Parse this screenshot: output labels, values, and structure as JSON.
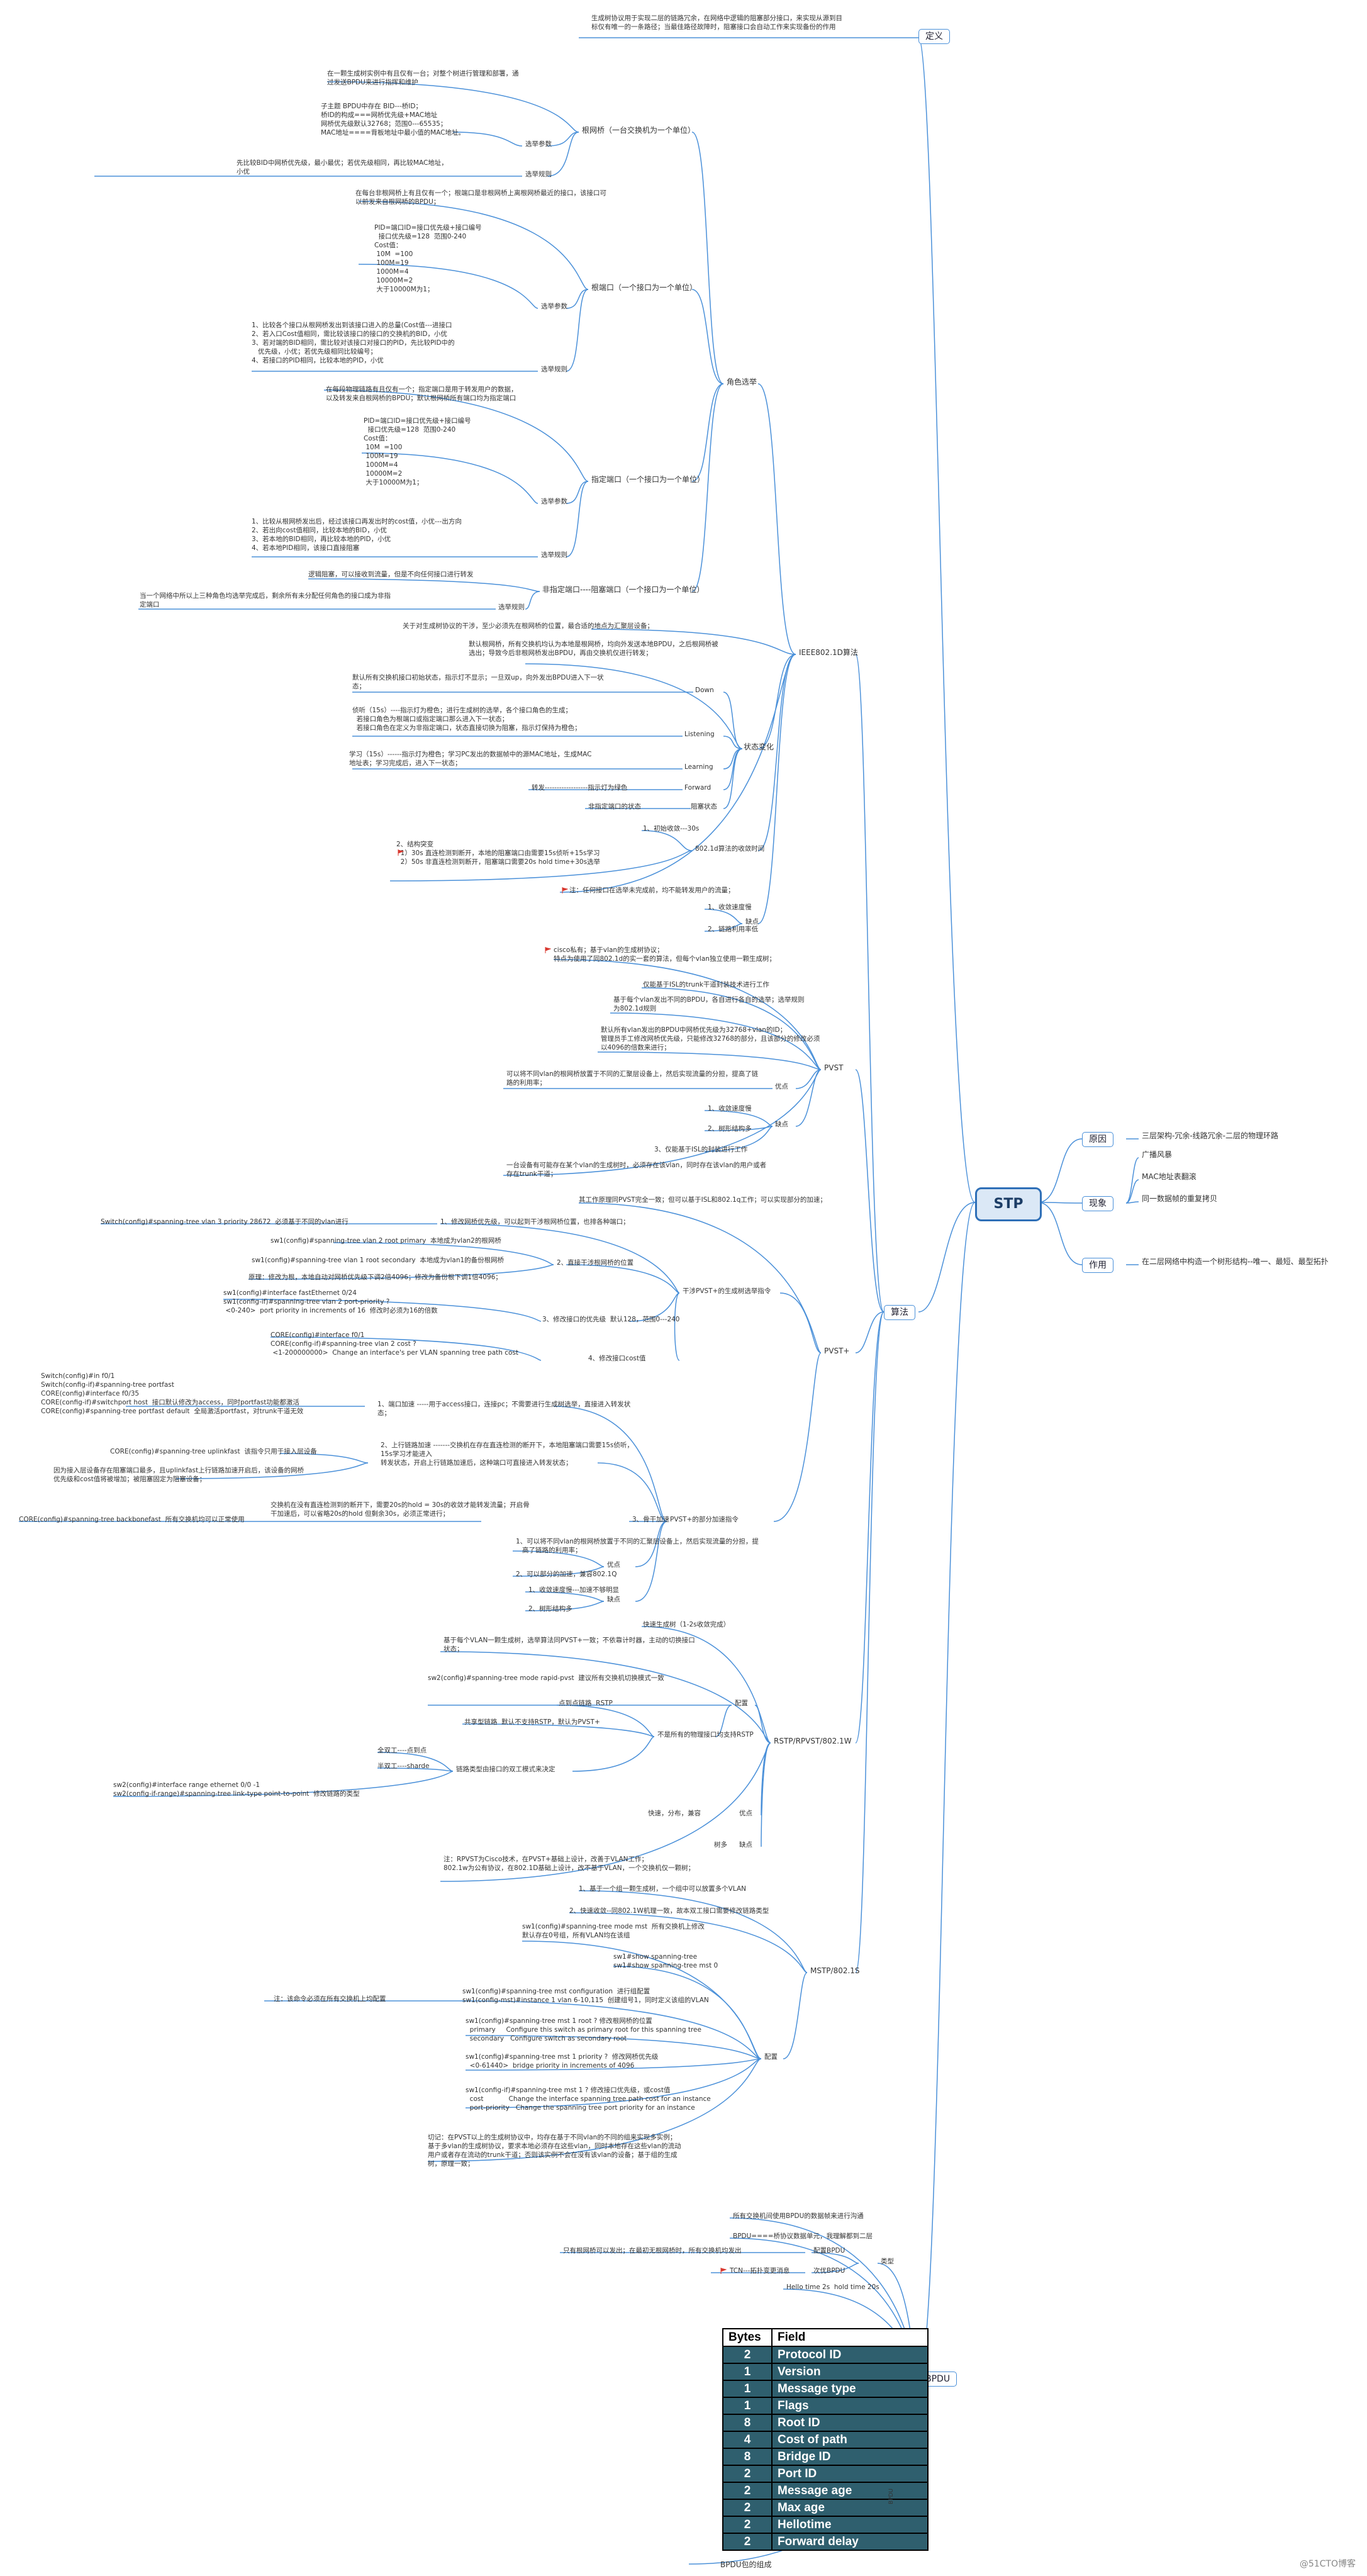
{
  "root": "STP",
  "right": {
    "原因": {
      "label": "原因",
      "items": [
        "三层架构-冗余-线路冗余-二层的物理环路"
      ]
    },
    "现象": {
      "label": "现象",
      "items": [
        "广播风暴",
        "MAC地址表翻滚",
        "同一数据帧的重复拷贝"
      ]
    },
    "作用": {
      "label": "作用",
      "items": [
        "在二层网络中构造一个树形结构--唯一、最短、最型拓扑"
      ]
    }
  },
  "left": {
    "定义": {
      "label": "定义",
      "text": "生成树协议用于实现二层的链路冗余，在网络中逻辑的阻塞部分接口，来实现从源到目\n标仅有唯一的一条路径；当最佳路径故障时，阻塞接口会自动工作来实现备份的作用"
    },
    "算法": {
      "label": "算法"
    },
    "BPDU": {
      "label": "BPDU"
    }
  },
  "ieee": {
    "label": "IEEE802.1D算法",
    "role": {
      "label": "角色选举"
    },
    "rootbridge": {
      "label": "根网桥（一台交换机为一个单位）",
      "elect": "选举参数",
      "rule": "选举规则",
      "desc": "在一颗生成树实例中有且仅有一台；对整个树进行管理和部署，通\n过发送BPDU来进行指挥和维护",
      "params": "子主题 BPDU中存在 BID---桥ID；\n桥ID的构成===网桥优先级+MAC地址\n网桥优先级默认32768；范围0---65535；\nMAC地址====背板地址中最小值的MAC地址。",
      "rules": "先比较BID中网桥优先级，最小最优；若优先级相同，再比较MAC地址，\n小优"
    },
    "rootport": {
      "label": "根端口（一个接口为一个单位）",
      "elect": "选举参数",
      "rule": "选举规则",
      "desc": "在每台非根网桥上有且仅有一个；根端口是非根网桥上离根网桥最近的接口，该接口可\n以前发来自根网桥的BPDU；",
      "params": "PID=端口ID=接口优先级+接口编号\n  接口优先级=128  范围0-240\nCost值：\n 10M  =100\n 100M=19\n 1000M=4\n 10000M=2\n 大于10000M为1；",
      "rules": "1、比较各个接口从根网桥发出到该接口进入的总量(Cost值---进接口\n2、若入口Cost值相同，需比较该接口的接口的交换机的BID，小优\n3、若对端的BID相同，需比较对该接口对接口的PID，先比较PID中的\n   优先级，小优；若优先级相同比较编号；\n4、若接口的PID相同，比较本地的PID，小优"
    },
    "designated": {
      "label": "指定端口（一个接口为一个单位）",
      "elect": "选举参数",
      "rule": "选举规则",
      "desc": "在每段物理链路有且仅有一个；指定端口是用于转发用户的数据，\n以及转发来自根网桥的BPDU；默认根网桥所有端口均为指定端口",
      "params": "PID=端口ID=接口优先级+接口编号\n  接口优先级=128  范围0-240\nCost值：\n 10M  =100\n 100M=19\n 1000M=4\n 10000M=2\n 大于10000M为1；",
      "rules": "1、比较从根网桥发出后，经过该接口再发出时的cost值，小优---出方向\n2、若出向cost值相同，比较本地的BID，小优\n3、若本地的BID相同，再比较本地的PID，小优\n4、若本地PID相同，该接口直接阻塞"
    },
    "nondesignated": {
      "label": "非指定端口----阻塞端口（一个接口为一个单位）",
      "rule": "选举规则",
      "desc": "逻辑阻塞，可以接收到流量，但是不向任何接口进行转发",
      "rules": "当一个网络中所以上三种角色均选举完成后，剩余所有未分配任何角色的接口成为非指\n定端口"
    },
    "note1": "关于对生成树协议的干涉，至少必须先在根网桥的位置，最合适的地点为汇聚层设备；",
    "statechange": {
      "label": "状态变化",
      "intro": "默认根网桥，所有交换机均认为本地是根网桥，均向外发送本地BPDU，之后根网桥被\n选出；导致今后非根网桥发出BPDU，再由交换机仅进行转发；",
      "down": "Down",
      "downtext": "默认所有交换机接口初始状态，指示灯不显示；一旦双up，向外发出BPDU进入下一状\n态；",
      "listening": "Listening",
      "listentext": "侦听（15s）----指示灯为橙色；进行生成树的选举，各个接口角色的生成；\n  若接口角色为根端口或指定端口那么进入下一状态；\n  若接口角色在定义为非指定端口，状态直接切换为阻塞，指示灯保持为橙色；",
      "learning": "Learning",
      "learntext": "学习（15s）------指示灯为橙色；学习PC发出的数据帧中的源MAC地址，生成MAC\n地址表；学习完成后，进入下一状态；",
      "forward": "Forward",
      "forwardtext": "转发------------------指示灯为绿色",
      "blocking": "阻塞状态",
      "blocktext": "非指定端口的状态"
    },
    "convergence": {
      "label": "802.1d算法的收敛时间",
      "first": "1、初始收敛---30s",
      "second": "2、结构突变\n  1）30s 直连检测到断开，本地的阻塞端口由需要15s侦听+15s学习\n  2）50s 非直连检测到断开，阻塞端口需要20s hold time+30s选举"
    },
    "note2": "注：任何接口在选举未完成前，均不能转发用户的流量；",
    "shortcoming": {
      "label": "缺点",
      "items": [
        "1、收敛速度慢",
        "2、链路利用率低"
      ]
    }
  },
  "pvst": {
    "label": "PVST",
    "intro": "cisco私有；基于vlan的生成树协议；\n特点为使用了同802.1d的实一套的算法，但每个vlan独立使用一颗生成树；",
    "isl": "仅能基于ISL的trunk干道封装技术进行工作",
    "perVlan": "基于每个vlan发出不同的BPDU，各自进行各自的选举；选举规则\n为802.1d规则",
    "bridgeprio": "默认所有vlan发出的BPDU中网桥优先级为32768+vlan的ID；\n管理员手工修改网桥优先级，只能修改32768的部分，且该部分的修改必须\n以4096的倍数来进行；",
    "advantage": {
      "label": "优点",
      "text": "可以将不同vlan的根网桥放置于不同的汇聚层设备上，然后实现流量的分担，提高了链\n路的利用率；"
    },
    "shortcoming": {
      "label": "缺点",
      "items": [
        "1、收敛速度慢",
        "2、树形结构多",
        "3、仅能基于ISL的封装进行工作"
      ]
    },
    "note": "一台设备有可能存在某个vlan的生成树时，必须存在该vlan，同时存在该vlan的用户或者\n存在trunk干道；"
  },
  "pvstplus": {
    "label": "PVST+",
    "intro": "其工作原理同PVST完全一致；但可以基于ISL和802.1q工作；可以实现部分的加速；",
    "config": {
      "label": "干涉PVST+的生成树选举指令",
      "c1": {
        "label": "1、修改网桥优先级，可以起到干涉根网桥位置，也排各种端口；",
        "cmd": "Switch(config)#spanning-tree vlan 3 priority 28672  必须基于不同的vlan进行"
      },
      "c2": {
        "label": "2、直接干涉根网桥的位置",
        "cmd": "sw1(config)#spanning-tree vlan 2 root primary  本地成为vlan2的根网桥",
        "cmd2": "sw1(config)#spanning-tree vlan 1 root secondary  本地成为vlan1的备份根网桥",
        "cmd3": "原理：修改为根，本地自动对网桥优先级下调2倍4096；修改为备份根下调1倍4096；"
      },
      "c3": {
        "label": "3、修改接口的优先级  默认128，范围0---240",
        "cmd": "sw1(config)#interface fastEthernet 0/24\nsw1(config-if)#spanning-tree vlan 2 port-priority ?\n <0-240>  port priority in increments of 16  修改时必须为16的倍数"
      },
      "c4": {
        "label": "4、修改接口cost值",
        "cmd": "CORE(config)#interface f0/1\nCORE(config-if)#spanning-tree vlan 2 cost ?\n <1-200000000>  Change an interface's per VLAN spanning tree path cost"
      }
    },
    "accel": {
      "label": "PVST+的部分加速指令",
      "a1": {
        "label": "1、端口加速 -----用于access接口，连接pc；不需要进行生成树选举，直接进入转发状\n态；",
        "cmd": "Switch(config)#in f0/1\nSwitch(config-if)#spanning-tree portfast\nCORE(config)#interface f0/35\nCORE(config-if)#switchport host  接口默认修改为access，同时portfast功能都激活\nCORE(config)#spanning-tree portfast default  全局激活portfast，对trunk干道无效"
      },
      "a2": {
        "label": "2、上行链路加速 -------交换机在存在直连检测的断开下，本地阻塞端口需要15s侦听，\n15s学习才能进入\n转发状态，开启上行链路加速后，这种端口可直接进入转发状态；",
        "cmd": "CORE(config)#spanning-tree uplinkfast  该指令只用于接入层设备",
        "cmd2": "因为接入层设备存在阻塞端口最多，且uplinkfast上行链路加速开启后，该设备的网桥\n优先级和cost值将被增加；被阻塞固定为阻塞设备；"
      },
      "a3": {
        "label": "3、骨干加速",
        "text": "交换机在没有直连检测到的断开下，需要20s的hold = 30s的收敛才能转发流量；开启骨\n干加速后，可以省略20s的hold 但剩余30s，必须正常进行；",
        "cmd": "CORE(config)#spanning-tree backbonefast  所有交换机均可以正常使用"
      }
    },
    "advantage": {
      "label": "优点",
      "items": [
        "1、可以将不同vlan的根网桥放置于不同的汇聚层设备上，然后实现流量的分担，提\n   高了链路的利用率；",
        "2、可以部分的加速，兼容802.1Q"
      ]
    },
    "shortcoming": {
      "label": "缺点",
      "items": [
        "1、收敛速度慢---加速不够明显",
        "2、树形结构多"
      ]
    }
  },
  "rstp": {
    "label": "RSTP/RPVST/802.1W",
    "fast": "快速生成树（1-2s收敛完成）",
    "note": "基于每个VLAN一颗生成树，选举算法同PVST+一致；不依靠计时器，主动的切换接口\n状态；",
    "config": {
      "label": "配置",
      "cmd": "sw2(config)#spanning-tree mode rapid-pvst  建议所有交换机切换模式一致"
    },
    "link": {
      "label": "不是所有的物理接口均支持RSTP",
      "p2p": "点到点链路  RSTP",
      "shared": "共享型链路  默认不支持RSTP，默认为PVST+",
      "duplex": "链路类型由接口的双工模式来决定",
      "full": "全双工----点到点",
      "half": "半双工----sharde",
      "cmd": "sw2(config)#interface range ethernet 0/0 -1\nsw2(config-if-range)#spanning-tree link-type point-to-point  修改链路的类型"
    },
    "advantage": {
      "label": "优点",
      "text": "快速，分布，兼容"
    },
    "shortcoming": {
      "label": "缺点",
      "text": "树多"
    },
    "note2": "注：RPVST为Cisco技术，在PVST+基础上设计，改善于VLAN工作；\n802.1w为公有协议，在802.1D基础上设计，改不基于VLAN，一个交换机仅一颗树；"
  },
  "mstp": {
    "label": "MSTP/802.1S",
    "i1": "1、基于一个组一颗生成树，一个组中可以放置多个VLAN",
    "i2": "2、快速收敛--同802.1W机理一致，故本双工接口需要修改链路类型",
    "config": {
      "label": "配置",
      "cmd1": "sw1(config)#spanning-tree mode mst  所有交换机上修改\n默认存在0号组，所有VLAN均在该组",
      "cmd2": "sw1#show spanning-tree\nsw1#show spanning-tree mst 0",
      "note": "注：该命令必须在所有交换机上均配置",
      "cmd3": "sw1(config)#spanning-tree mst configuration  进行组配置\nsw1(config-mst)#instance 1 vlan 6-10,115  创建组号1，同时定义该组的VLAN",
      "cmd4": "sw1(config)#spanning-tree mst 1 root ? 修改根网桥的位置\n  primary     Configure this switch as primary root for this spanning tree\n  secondary   Configure switch as secondary root",
      "cmd5": "sw1(config)#spanning-tree mst 1 priority ?  修改网桥优先级\n  <0-61440>  bridge priority in increments of 4096",
      "cmd6": "sw1(config-if)#spanning-tree mst 1 ? 修改接口优先级，或cost值\n  cost            Change the interface spanning tree path cost for an instance\n  port-priority   Change the spanning tree port priority for an instance",
      "summary": "切记：在PVST以上的生成树协议中，均存在基于不同vlan的不同的组来实现多实例；\n基于多vlan的生成树协议，要求本地必须存在这些vlan，同时本地存在这些vlan的流动\n用户或者存在流动的trunk干道；否则该实例不会在没有该vlan的设备；基于组的生成\n树，原理一致；"
    }
  },
  "bpdu": {
    "i1": "所有交换机间使用BPDU的数据帧来进行沟通",
    "i2": "BPDU====桥协议数据单元，我理解都到二层",
    "type": {
      "label": "类型",
      "config": "配置BPDU",
      "configtext": "只有根网桥可以发出；在最初无根网桥时，所有交换机均发出",
      "tcn": "次优BPDU",
      "tcntext": "TCN---拓扑变更消息"
    },
    "hello": "Hello time 2s  hold time 20s",
    "table_caption": "BPDU包的组成",
    "table_head": [
      "Bytes",
      "Field"
    ],
    "fields": [
      [
        "2",
        "Protocol ID"
      ],
      [
        "1",
        "Version"
      ],
      [
        "1",
        "Message type"
      ],
      [
        "1",
        "Flags"
      ],
      [
        "8",
        "Root ID"
      ],
      [
        "4",
        "Cost of path"
      ],
      [
        "8",
        "Bridge ID"
      ],
      [
        "2",
        "Port ID"
      ],
      [
        "2",
        "Message age"
      ],
      [
        "2",
        "Max age"
      ],
      [
        "2",
        "Hellotime"
      ],
      [
        "2",
        "Forward delay"
      ]
    ],
    "side": "BPDU"
  },
  "watermark": "@51CTO博客",
  "colors": {
    "accent": "#4a90d9",
    "root_fill": "#dbe8f6",
    "table_fill": "#2f5f6e",
    "flag": "#d9382f"
  }
}
